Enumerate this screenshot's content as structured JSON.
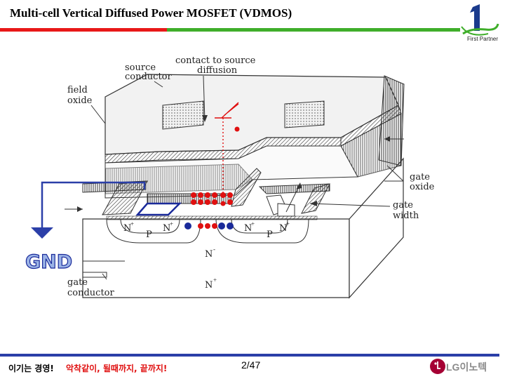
{
  "slide": {
    "title": "Multi-cell Vertical Diffused Power MOSFET (VDMOS)",
    "logo_text": "First Partner"
  },
  "diagram": {
    "labels": {
      "source_conductor_1": "source",
      "source_conductor_2": "conductor",
      "contact_1": "contact to source",
      "contact_2": "diffusion",
      "field_oxide_1": "field",
      "field_oxide_2": "oxide",
      "gate_oxide_1": "gate",
      "gate_oxide_2": "oxide",
      "gate_width_1": "gate",
      "gate_width_2": "width",
      "gate_conductor_1": "gate",
      "gate_conductor_2": "conductor",
      "n_minus": "N",
      "n_plus_bottom": "N",
      "nplus": "N",
      "p": "P",
      "gnd": "GND"
    }
  },
  "footer": {
    "left_text": "이기는 경영!",
    "slogan": "악착같이, 될때까지, 끝까지!",
    "page_number": "2/47",
    "brand": "LG이노텍"
  },
  "colors": {
    "red_bar": "#e81818",
    "green_bar": "#3fae2a",
    "blue_bar": "#2b3fa8",
    "gnd_blue": "#2b3fa8",
    "electron_red": "#e01010"
  }
}
